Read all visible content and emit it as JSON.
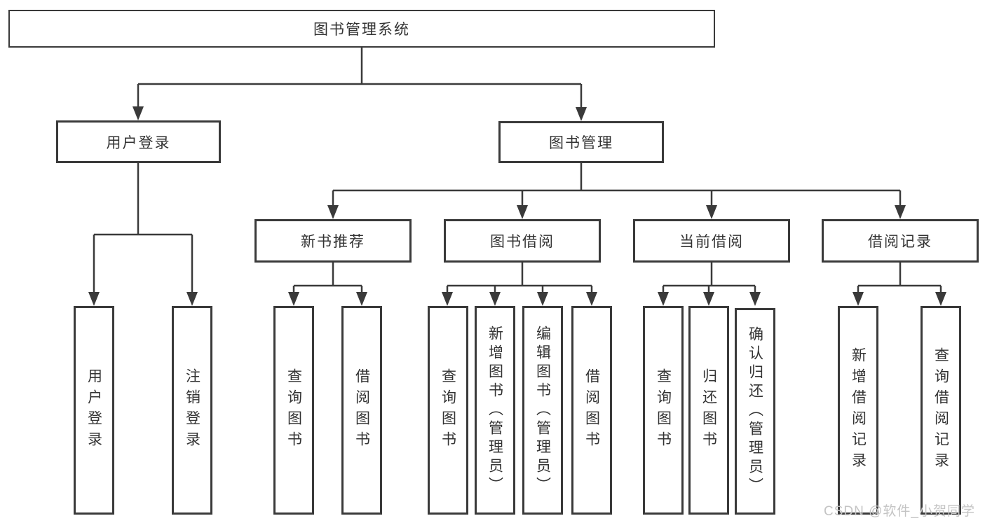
{
  "diagram": {
    "root": {
      "label": "图书管理系统"
    },
    "branches": {
      "user_login": {
        "label": "用户登录",
        "children": [
          {
            "label": "用户登录"
          },
          {
            "label": "注销登录"
          }
        ]
      },
      "book_management": {
        "label": "图书管理",
        "sections": {
          "new_book": {
            "label": "新书推荐",
            "children": [
              {
                "label": "查询图书"
              },
              {
                "label": "借阅图书"
              }
            ]
          },
          "borrowing": {
            "label": "图书借阅",
            "children": [
              {
                "label": "查询图书"
              },
              {
                "label": "新增图书（管理员）"
              },
              {
                "label": "编辑图书（管理员）"
              },
              {
                "label": "借阅图书"
              }
            ]
          },
          "current": {
            "label": "当前借阅",
            "children": [
              {
                "label": "查询图书"
              },
              {
                "label": "归还图书"
              },
              {
                "label": "确认归还（管理员）"
              }
            ]
          },
          "records": {
            "label": "借阅记录",
            "children": [
              {
                "label": "新增借阅记录"
              },
              {
                "label": "查询借阅记录"
              }
            ]
          }
        }
      }
    }
  },
  "watermark": {
    "text": "CSDN @软件_小贺同学"
  },
  "colors": {
    "line": "#3a3a3a",
    "box_border": "#3a3a3a",
    "text": "#333333",
    "background": "#ffffff",
    "watermark": "#c4c4c4"
  }
}
